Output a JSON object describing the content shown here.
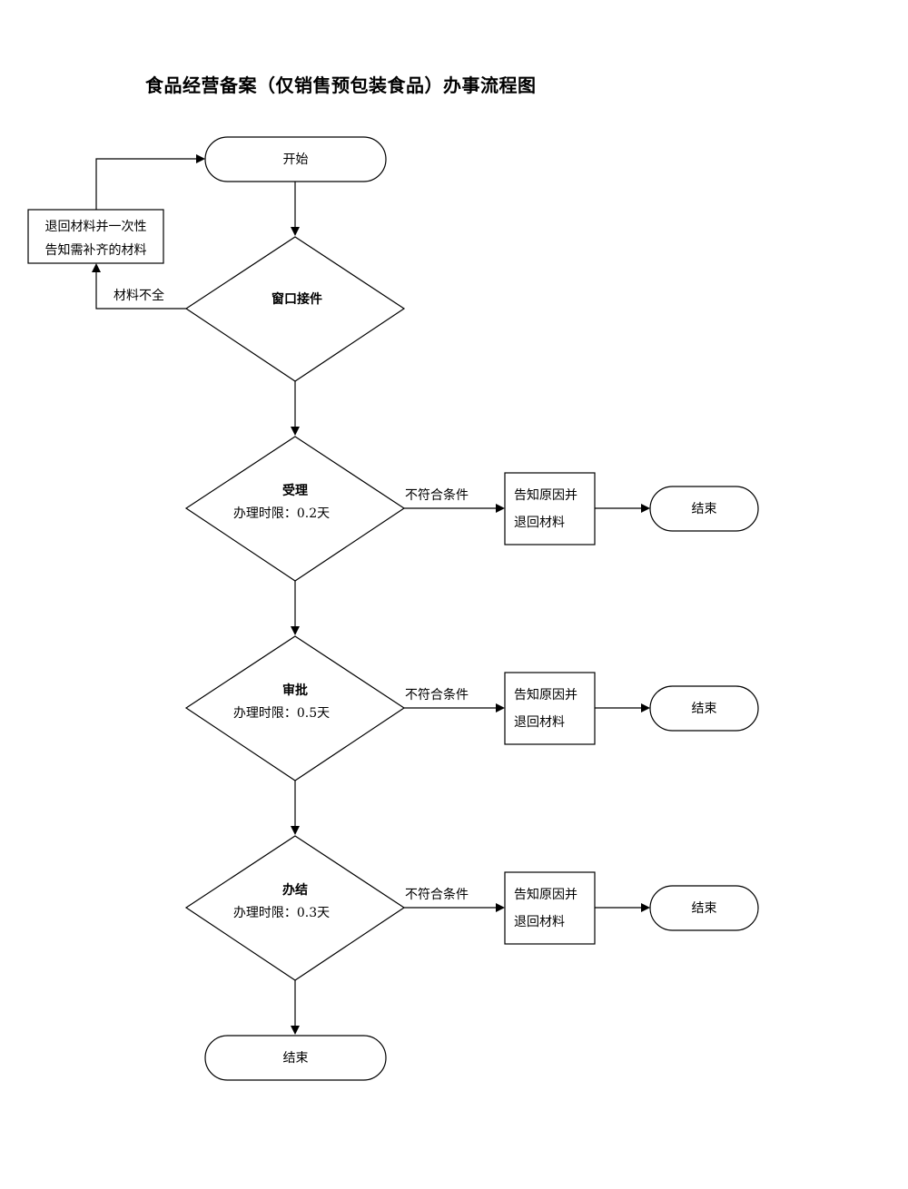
{
  "title": "食品经营备案（仅销售预包装食品）办事流程图",
  "start": "开始",
  "return_box": {
    "line1": "退回材料并一次性",
    "line2": "告知需补齐的材料"
  },
  "incomplete_label": "材料不全",
  "window": "窗口接件",
  "steps": [
    {
      "name": "受理",
      "time": "办理时限：0.2天",
      "fail_label": "不符合条件",
      "notice_line1": "告知原因并",
      "notice_line2": "退回材料",
      "end": "结束"
    },
    {
      "name": "审批",
      "time": "办理时限：0.5天",
      "fail_label": "不符合条件",
      "notice_line1": "告知原因并",
      "notice_line2": "退回材料",
      "end": "结束"
    },
    {
      "name": "办结",
      "time": "办理时限：0.3天",
      "fail_label": "不符合条件",
      "notice_line1": "告知原因并",
      "notice_line2": "退回材料",
      "end": "结束"
    }
  ],
  "final_end": "结束"
}
